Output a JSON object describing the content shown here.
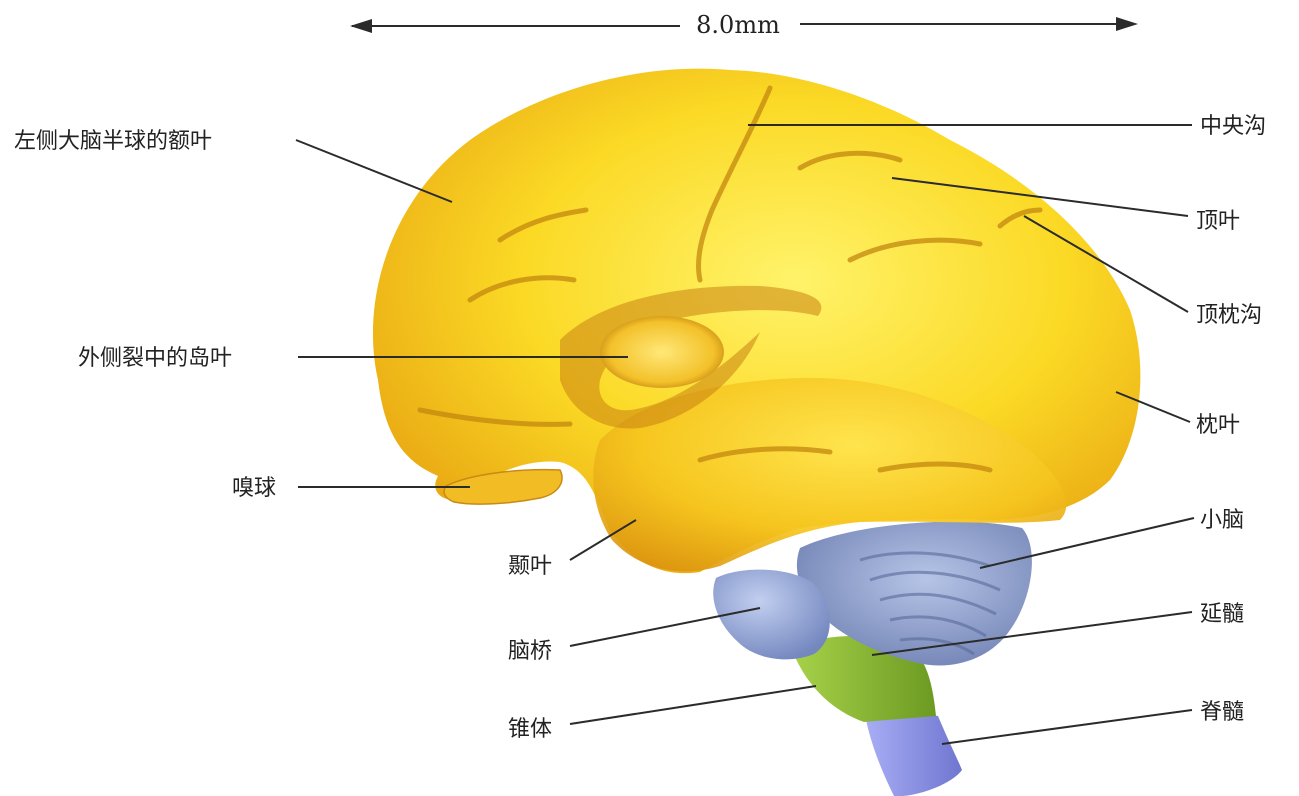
{
  "scale_bar": {
    "label": "8.0mm"
  },
  "labels": {
    "frontal_lobe": "左侧大脑半球的额叶",
    "central_sulcus": "中央沟",
    "parietal_lobe": "顶叶",
    "parieto_occipital_sulcus": "顶枕沟",
    "insula": "外侧裂中的岛叶",
    "occipital_lobe": "枕叶",
    "olfactory_bulb": "嗅球",
    "cerebellum": "小脑",
    "temporal_lobe": "颞叶",
    "medulla": "延髓",
    "pons": "脑桥",
    "pyramid": "锥体",
    "spinal_cord": "脊髓"
  },
  "colors": {
    "cerebrum": "#f7c81e",
    "cerebrum_shade": "#c98a12",
    "cerebellum": "#8e9fc8",
    "pons": "#93a6cf",
    "medulla": "#8fb83a",
    "spinal_cord": "#8c92e6"
  }
}
